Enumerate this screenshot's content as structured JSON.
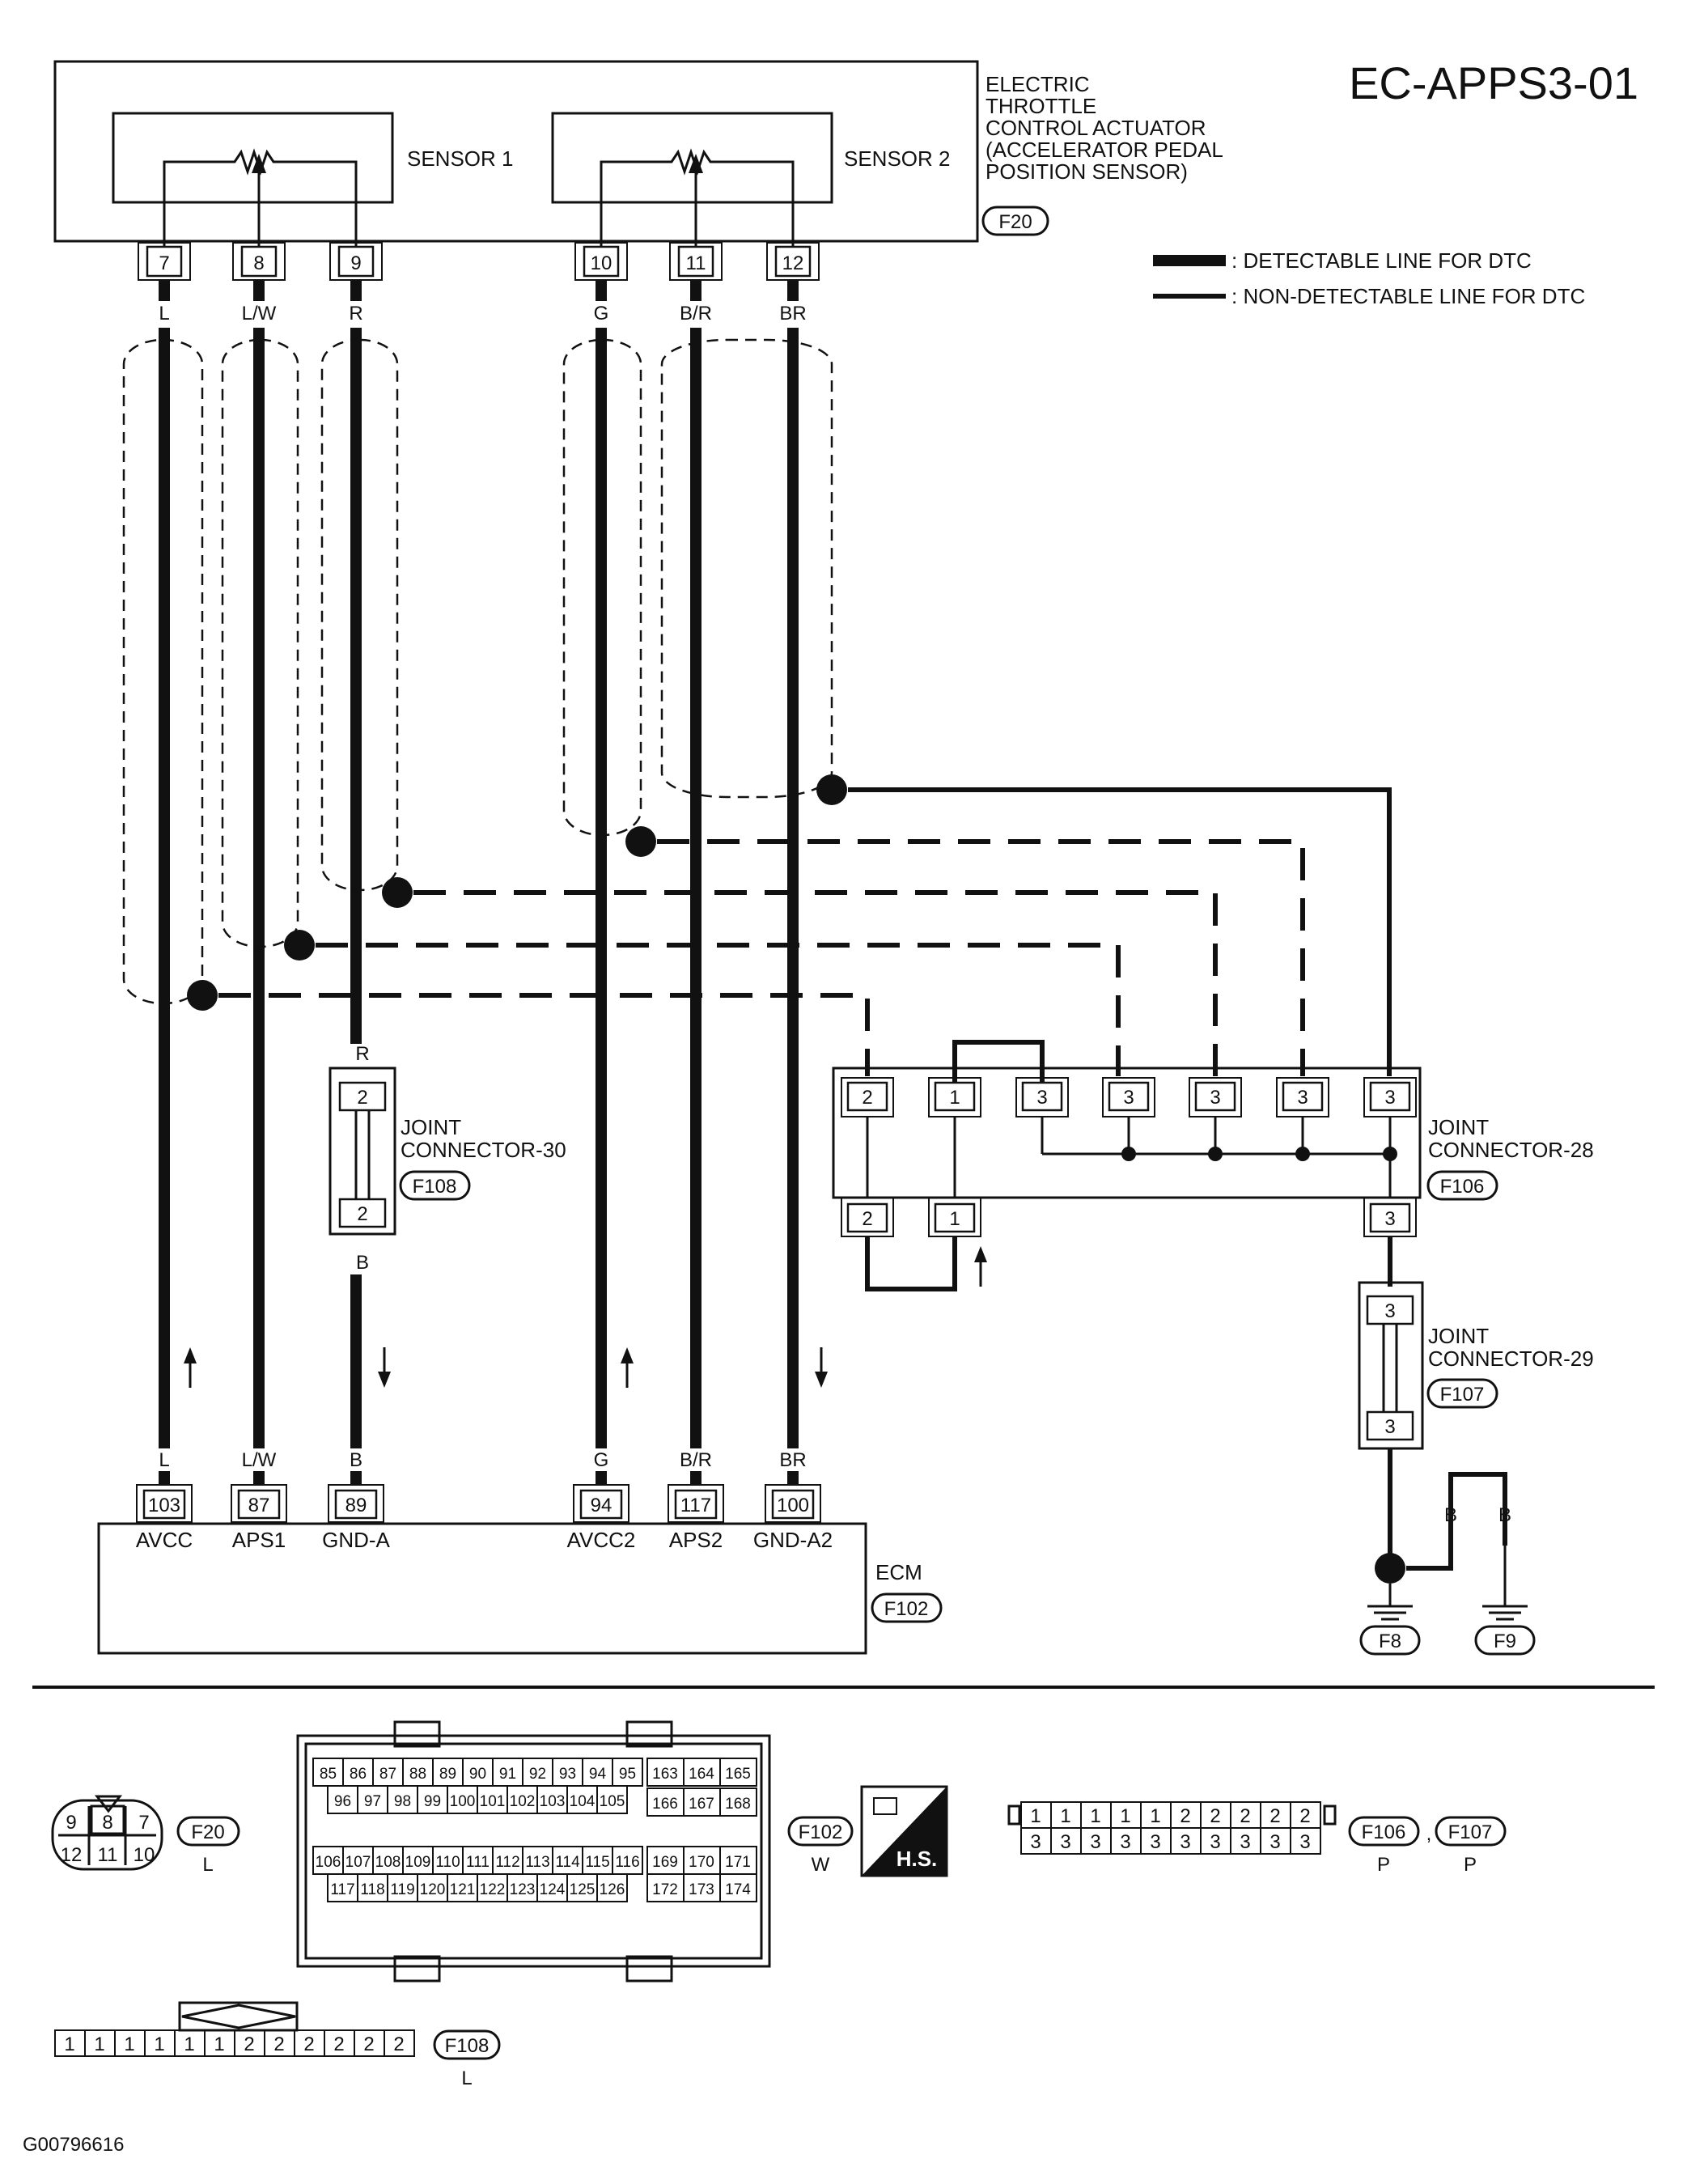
{
  "title": "EC-APPS3-01",
  "footer_code": "G00796616",
  "actuator": {
    "label_lines": [
      "ELECTRIC",
      "THROTTLE",
      "CONTROL ACTUATOR",
      "(ACCELERATOR PEDAL",
      "POSITION SENSOR)"
    ],
    "connector": "F20",
    "sensor1": "SENSOR 1",
    "sensor2": "SENSOR 2"
  },
  "legend": {
    "detectable": ": DETECTABLE LINE FOR DTC",
    "non_detectable": ": NON-DETECTABLE LINE FOR DTC"
  },
  "wires": [
    {
      "top_pin": "7",
      "color": "L",
      "ecm_pin": "103",
      "signal": "AVCC"
    },
    {
      "top_pin": "8",
      "color": "L/W",
      "ecm_pin": "87",
      "signal": "APS1"
    },
    {
      "top_pin": "9",
      "color": "R",
      "ecm_pin": "89",
      "signal": "GND-A",
      "bottom_color": "B"
    },
    {
      "top_pin": "10",
      "color": "G",
      "ecm_pin": "94",
      "signal": "AVCC2"
    },
    {
      "top_pin": "11",
      "color": "B/R",
      "ecm_pin": "117",
      "signal": "APS2"
    },
    {
      "top_pin": "12",
      "color": "BR",
      "ecm_pin": "100",
      "signal": "GND-A2"
    }
  ],
  "ecm": {
    "label": "ECM",
    "connector": "F102"
  },
  "jc30": {
    "label_lines": [
      "JOINT",
      "CONNECTOR-30"
    ],
    "connector": "F108",
    "pin_top": "2",
    "pin_bottom": "2",
    "wire_top": "R",
    "wire_bottom": "B"
  },
  "jc28": {
    "label_lines": [
      "JOINT",
      "CONNECTOR-28"
    ],
    "connector": "F106",
    "top_pins": [
      "2",
      "1",
      "3",
      "3",
      "3",
      "3",
      "3"
    ],
    "bottom_pins": [
      "2",
      "1",
      "3"
    ]
  },
  "jc29": {
    "label_lines": [
      "JOINT",
      "CONNECTOR-29"
    ],
    "connector": "F107",
    "pin_top": "3",
    "pin_bottom": "3"
  },
  "grounds": [
    {
      "connector": "F8",
      "wire": "B"
    },
    {
      "connector": "F9",
      "wire": "B"
    }
  ],
  "connector_views": {
    "f20": {
      "id": "F20",
      "color": "L",
      "top": [
        "9",
        "8",
        "7"
      ],
      "bottom": [
        "12",
        "11",
        "10"
      ]
    },
    "f102": {
      "id": "F102",
      "color": "W",
      "row1": [
        "85",
        "86",
        "87",
        "88",
        "89",
        "90",
        "91",
        "92",
        "93",
        "94",
        "95"
      ],
      "row2": [
        "96",
        "97",
        "98",
        "99",
        "100",
        "101",
        "102",
        "103",
        "104",
        "105"
      ],
      "row3": [
        "106",
        "107",
        "108",
        "109",
        "110",
        "111",
        "112",
        "113",
        "114",
        "115",
        "116"
      ],
      "row4": [
        "117",
        "118",
        "119",
        "120",
        "121",
        "122",
        "123",
        "124",
        "125",
        "126"
      ],
      "right": [
        [
          "163",
          "164",
          "165"
        ],
        [
          "166",
          "167",
          "168"
        ],
        [
          "169",
          "170",
          "171"
        ],
        [
          "172",
          "173",
          "174"
        ]
      ]
    },
    "hs": "H.S.",
    "f106_f107": {
      "ids": [
        "F106",
        "F107"
      ],
      "colors": [
        "P",
        "P"
      ],
      "top": [
        "1",
        "1",
        "1",
        "1",
        "1",
        "2",
        "2",
        "2",
        "2",
        "2"
      ],
      "bottom": [
        "3",
        "3",
        "3",
        "3",
        "3",
        "3",
        "3",
        "3",
        "3",
        "3"
      ]
    },
    "f108": {
      "id": "F108",
      "color": "L",
      "row": [
        "1",
        "1",
        "1",
        "1",
        "1",
        "1",
        "2",
        "2",
        "2",
        "2",
        "2",
        "2"
      ]
    }
  }
}
